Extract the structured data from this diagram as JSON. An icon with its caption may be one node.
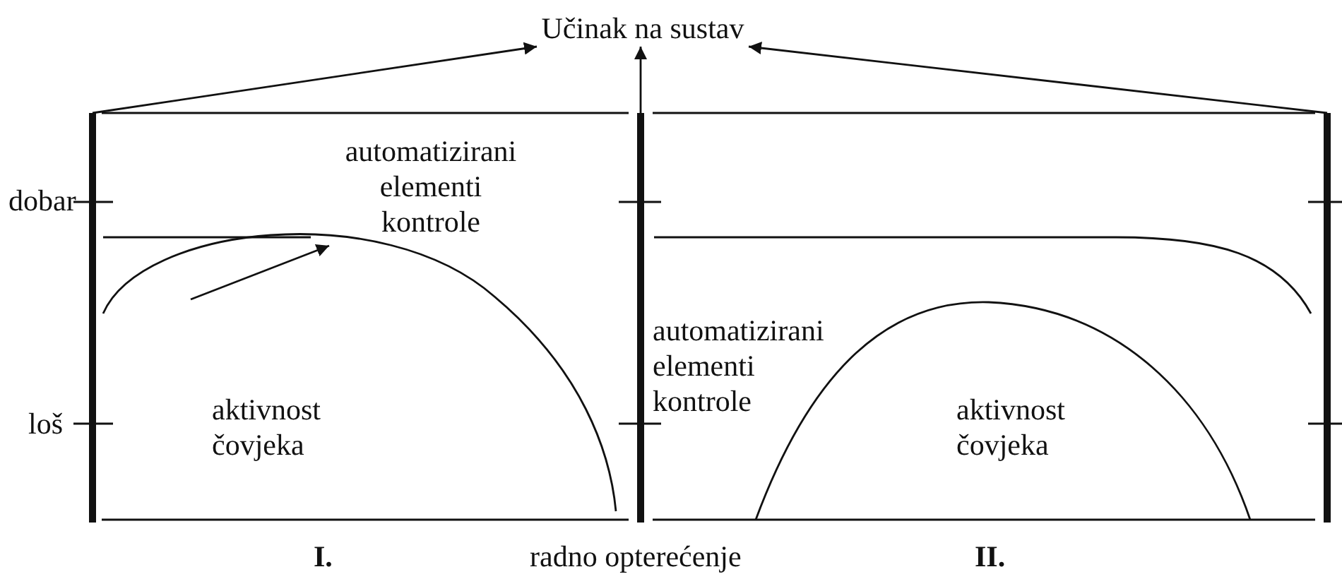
{
  "diagram": {
    "nodes": [
      {
        "text": [
          "Učinak na sustav"
        ]
      },
      {
        "text": [],
        "shape": "bar"
      },
      {
        "text": [],
        "shape": "bar"
      },
      {
        "text": [],
        "shape": "bar"
      },
      {
        "text": [
          "automatizirani elementi kontrole"
        ]
      },
      {
        "text": [
          "aktivnost čovjeka"
        ]
      },
      {
        "text": [
          "automatizirani elementi kontrole"
        ]
      },
      {
        "text": [
          "aktivnost čovjeka"
        ]
      }
    ],
    "edges": [
      {
        "from": 1,
        "to": 0,
        "arrow": "to"
      },
      {
        "from": 2,
        "to": 0,
        "arrow": "to"
      },
      {
        "from": 3,
        "to": 0,
        "arrow": "to"
      },
      {
        "from": null,
        "to": 4,
        "arrow": "to"
      }
    ],
    "labels": [
      "dobar",
      "loš",
      "I.",
      "radno opterećenje",
      "II."
    ]
  }
}
